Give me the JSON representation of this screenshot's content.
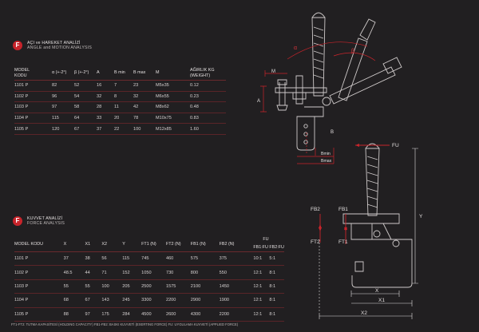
{
  "brand": {
    "logo_letter": "F",
    "accent_color": "#c8242b"
  },
  "angle_section": {
    "title_line1": "AÇI ve HAREKET ANALİZİ",
    "title_line2": "ANGLE and MOTION ANALYSIS",
    "headers": {
      "model_line1": "MODEL",
      "model_line2": "KODU",
      "alpha": "α (+-2°)",
      "beta": "β (+-2°)",
      "a": "A",
      "b_min": "B min",
      "b_max": "B max",
      "m": "M",
      "weight_line1": "AĞIRLIK KG",
      "weight_line2": "(WEIGHT)"
    },
    "rows": [
      {
        "model": "1101 P",
        "alpha": "82",
        "beta": "52",
        "a": "16",
        "b_min": "7",
        "b_max": "23",
        "m": "M5x35",
        "weight": "0.12"
      },
      {
        "model": "1102 P",
        "alpha": "96",
        "beta": "54",
        "a": "32",
        "b_min": "8",
        "b_max": "32",
        "m": "M6x55",
        "weight": "0.23"
      },
      {
        "model": "1103 P",
        "alpha": "97",
        "beta": "58",
        "a": "28",
        "b_min": "11",
        "b_max": "42",
        "m": "M8x62",
        "weight": "0.48"
      },
      {
        "model": "1104 P",
        "alpha": "115",
        "beta": "64",
        "a": "33",
        "b_min": "20",
        "b_max": "78",
        "m": "M10x75",
        "weight": "0.83"
      },
      {
        "model": "1105 P",
        "alpha": "120",
        "beta": "67",
        "a": "37",
        "b_min": "22",
        "b_max": "100",
        "m": "M12x85",
        "weight": "1.60"
      }
    ]
  },
  "force_section": {
    "title_line1": "KUVVET ANALİZİ",
    "title_line2": "FORCE ANALYSIS",
    "headers": {
      "model": "MODEL KODU",
      "x": "X",
      "x1": "X1",
      "x2": "X2",
      "y": "Y",
      "ft1": "FT1 (N)",
      "ft2": "FT2 (N)",
      "fb1": "FB1 (N)",
      "fb2": "FB2 (N)",
      "fu_top": "FU",
      "fb1_fu": "FB1:FU",
      "fb2_fu": "FB2:FU"
    },
    "rows": [
      {
        "model": "1101 P",
        "x": "37",
        "x1": "38",
        "x2": "56",
        "y": "115",
        "ft1": "745",
        "ft2": "460",
        "fb1": "575",
        "fb2": "375",
        "fb1_fu": "10:1",
        "fb2_fu": "5:1"
      },
      {
        "model": "1102 P",
        "x": "48.5",
        "x1": "44",
        "x2": "71",
        "y": "152",
        "ft1": "1050",
        "ft2": "730",
        "fb1": "800",
        "fb2": "550",
        "fb1_fu": "12:1",
        "fb2_fu": "8:1"
      },
      {
        "model": "1103 P",
        "x": "55",
        "x1": "55",
        "x2": "100",
        "y": "205",
        "ft1": "2500",
        "ft2": "1575",
        "fb1": "2100",
        "fb2": "1450",
        "fb1_fu": "12:1",
        "fb2_fu": "8:1"
      },
      {
        "model": "1104 P",
        "x": "68",
        "x1": "67",
        "x2": "143",
        "y": "245",
        "ft1": "3300",
        "ft2": "2200",
        "fb1": "2900",
        "fb2": "1900",
        "fb1_fu": "12:1",
        "fb2_fu": "8:1"
      },
      {
        "model": "1105 P",
        "x": "88",
        "x1": "97",
        "x2": "175",
        "y": "284",
        "ft1": "4500",
        "ft2": "2600",
        "fb1": "4300",
        "fb2": "2200",
        "fb1_fu": "12:1",
        "fb2_fu": "8:1"
      }
    ]
  },
  "footnote": "FT1-FT2: TUTMA KAPASİTESİ (HOLDING CAPACITY)  FB1-FB2: BASKI KUVVETİ (EXERTING FORCE)  FU: UYGULAMA KUVVETİ (APPLIED FORCE)",
  "diagram_top": {
    "alpha_label": "α",
    "beta_label": "β",
    "m_label": "M",
    "a_label": "A",
    "b_label": "B",
    "bmin_label": "Bmin",
    "bmax_label": "Bmax"
  },
  "diagram_bottom": {
    "fu_label": "FU",
    "fb2_label": "FB2",
    "fb1_label": "FB1",
    "ft2_label": "FT2",
    "ft1_label": "FT1",
    "y_label": "Y",
    "x_label": "X",
    "x1_label": "X1",
    "x2_label": "X2"
  }
}
